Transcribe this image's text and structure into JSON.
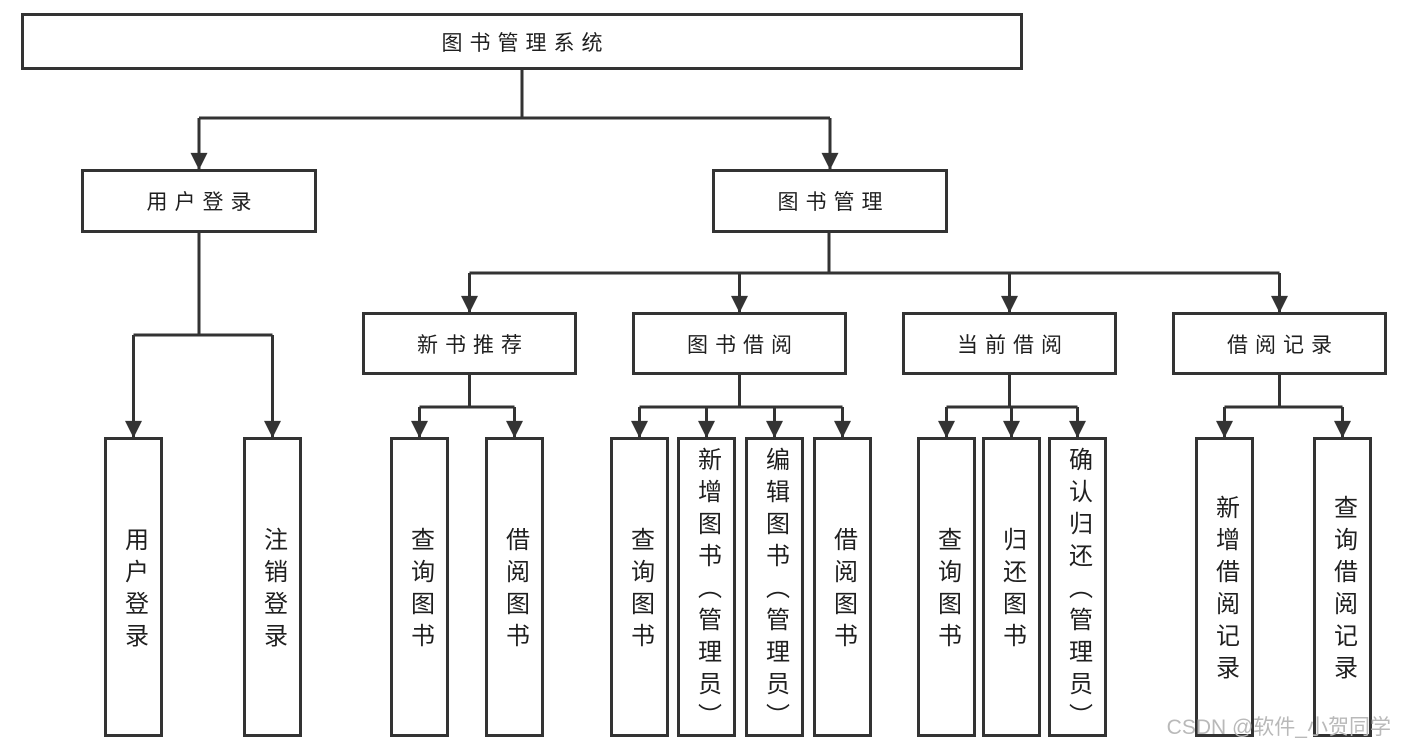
{
  "tree": {
    "label": "图书管理系统",
    "children": [
      {
        "label": "用户登录",
        "children": [
          {
            "label": "用户登录"
          },
          {
            "label": "注销登录"
          }
        ]
      },
      {
        "label": "图书管理",
        "children": [
          {
            "label": "新书推荐",
            "children": [
              {
                "label": "查询图书"
              },
              {
                "label": "借阅图书"
              }
            ]
          },
          {
            "label": "图书借阅",
            "children": [
              {
                "label": "查询图书"
              },
              {
                "label": "新增图书（管理员）"
              },
              {
                "label": "编辑图书（管理员）"
              },
              {
                "label": "借阅图书"
              }
            ]
          },
          {
            "label": "当前借阅",
            "children": [
              {
                "label": "查询图书"
              },
              {
                "label": "归还图书"
              },
              {
                "label": "确认归还（管理员）"
              }
            ]
          },
          {
            "label": "借阅记录",
            "children": [
              {
                "label": "新增借阅记录"
              },
              {
                "label": "查询借阅记录"
              }
            ]
          }
        ]
      }
    ]
  },
  "watermark": {
    "text": "CSDN @软件_小贺同学"
  },
  "colors": {
    "line": "#333333",
    "text": "#1f1f1f",
    "watermark": "#b9b9b9",
    "background": "#ffffff"
  }
}
